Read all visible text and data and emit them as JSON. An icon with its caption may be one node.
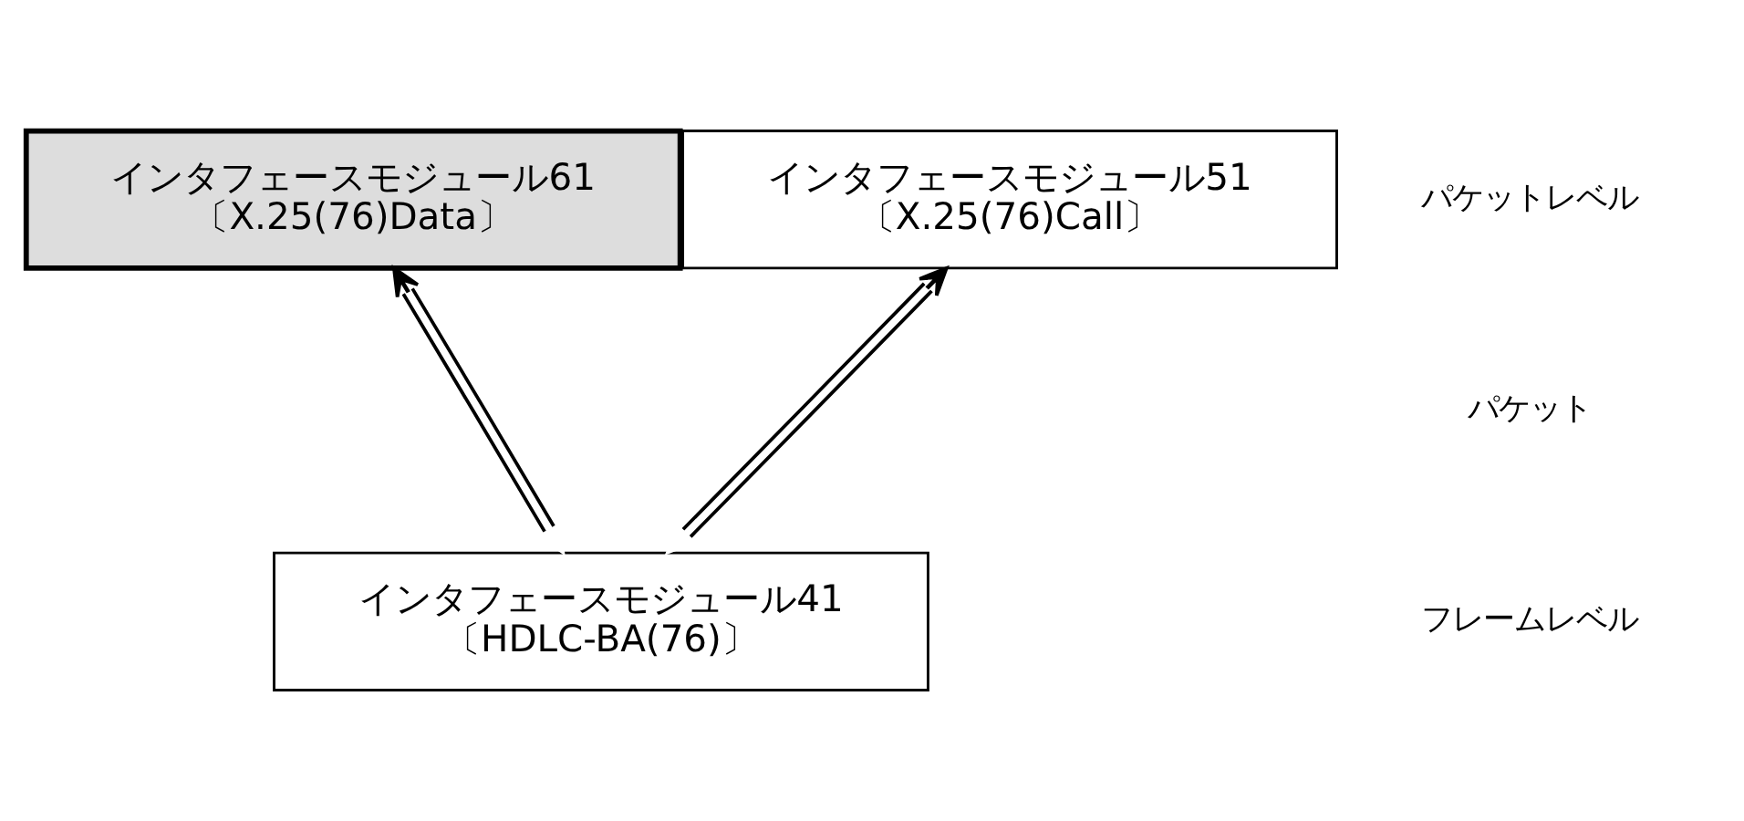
{
  "diagram": {
    "nodes": [
      {
        "text": [
          "インタフェースモジュール61",
          "〔X.25(76)Data〕"
        ]
      },
      {
        "text": [
          "インタフェースモジュール51",
          "〔X.25(76)Call〕"
        ]
      },
      {
        "text": [
          "インタフェースモジュール41",
          "〔HDLC-BA(76)〕"
        ]
      }
    ],
    "edges": [
      {
        "from": 2,
        "to": 0,
        "arrow": "both"
      },
      {
        "from": 2,
        "to": 1,
        "arrow": "both"
      }
    ],
    "labels": [
      "パケットレベル",
      "パケット",
      "フレームレベル"
    ]
  }
}
